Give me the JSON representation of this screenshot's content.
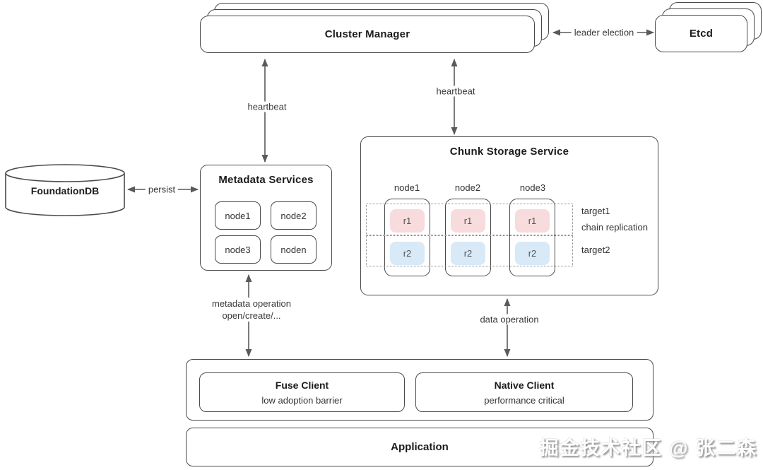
{
  "diagram": {
    "cluster_manager": {
      "label": "Cluster Manager"
    },
    "etcd": {
      "label": "Etcd"
    },
    "foundationdb": {
      "label": "FoundationDB"
    },
    "metadata_services": {
      "title": "Metadata Services",
      "nodes": [
        "node1",
        "node2",
        "node3",
        "noden"
      ]
    },
    "chunk_storage": {
      "title": "Chunk Storage Service",
      "node_labels": [
        "node1",
        "node2",
        "node3"
      ],
      "replicas": [
        "r1",
        "r2"
      ],
      "target1_label": "target1",
      "chain_label": "chain replication",
      "target2_label": "target2"
    },
    "clients": {
      "fuse": {
        "title": "Fuse Client",
        "subtitle": "low adoption barrier"
      },
      "native": {
        "title": "Native Client",
        "subtitle": "performance critical"
      }
    },
    "application": {
      "label": "Application"
    },
    "edges": {
      "leader_election": "leader election",
      "heartbeat_meta": "heartbeat",
      "heartbeat_chunk": "heartbeat",
      "persist": "persist",
      "metadata_op_line1": "metadata operation",
      "metadata_op_line2": "open/create/...",
      "data_op": "data operation"
    },
    "watermark": "掘金技术社区 @ 张二森",
    "colors": {
      "border": "#4a4a4a",
      "arrow": "#5a5a5a",
      "r1_fill": "#f8dbdd",
      "r2_fill": "#d8e9f7",
      "dotted": "#8a8a8a"
    }
  }
}
